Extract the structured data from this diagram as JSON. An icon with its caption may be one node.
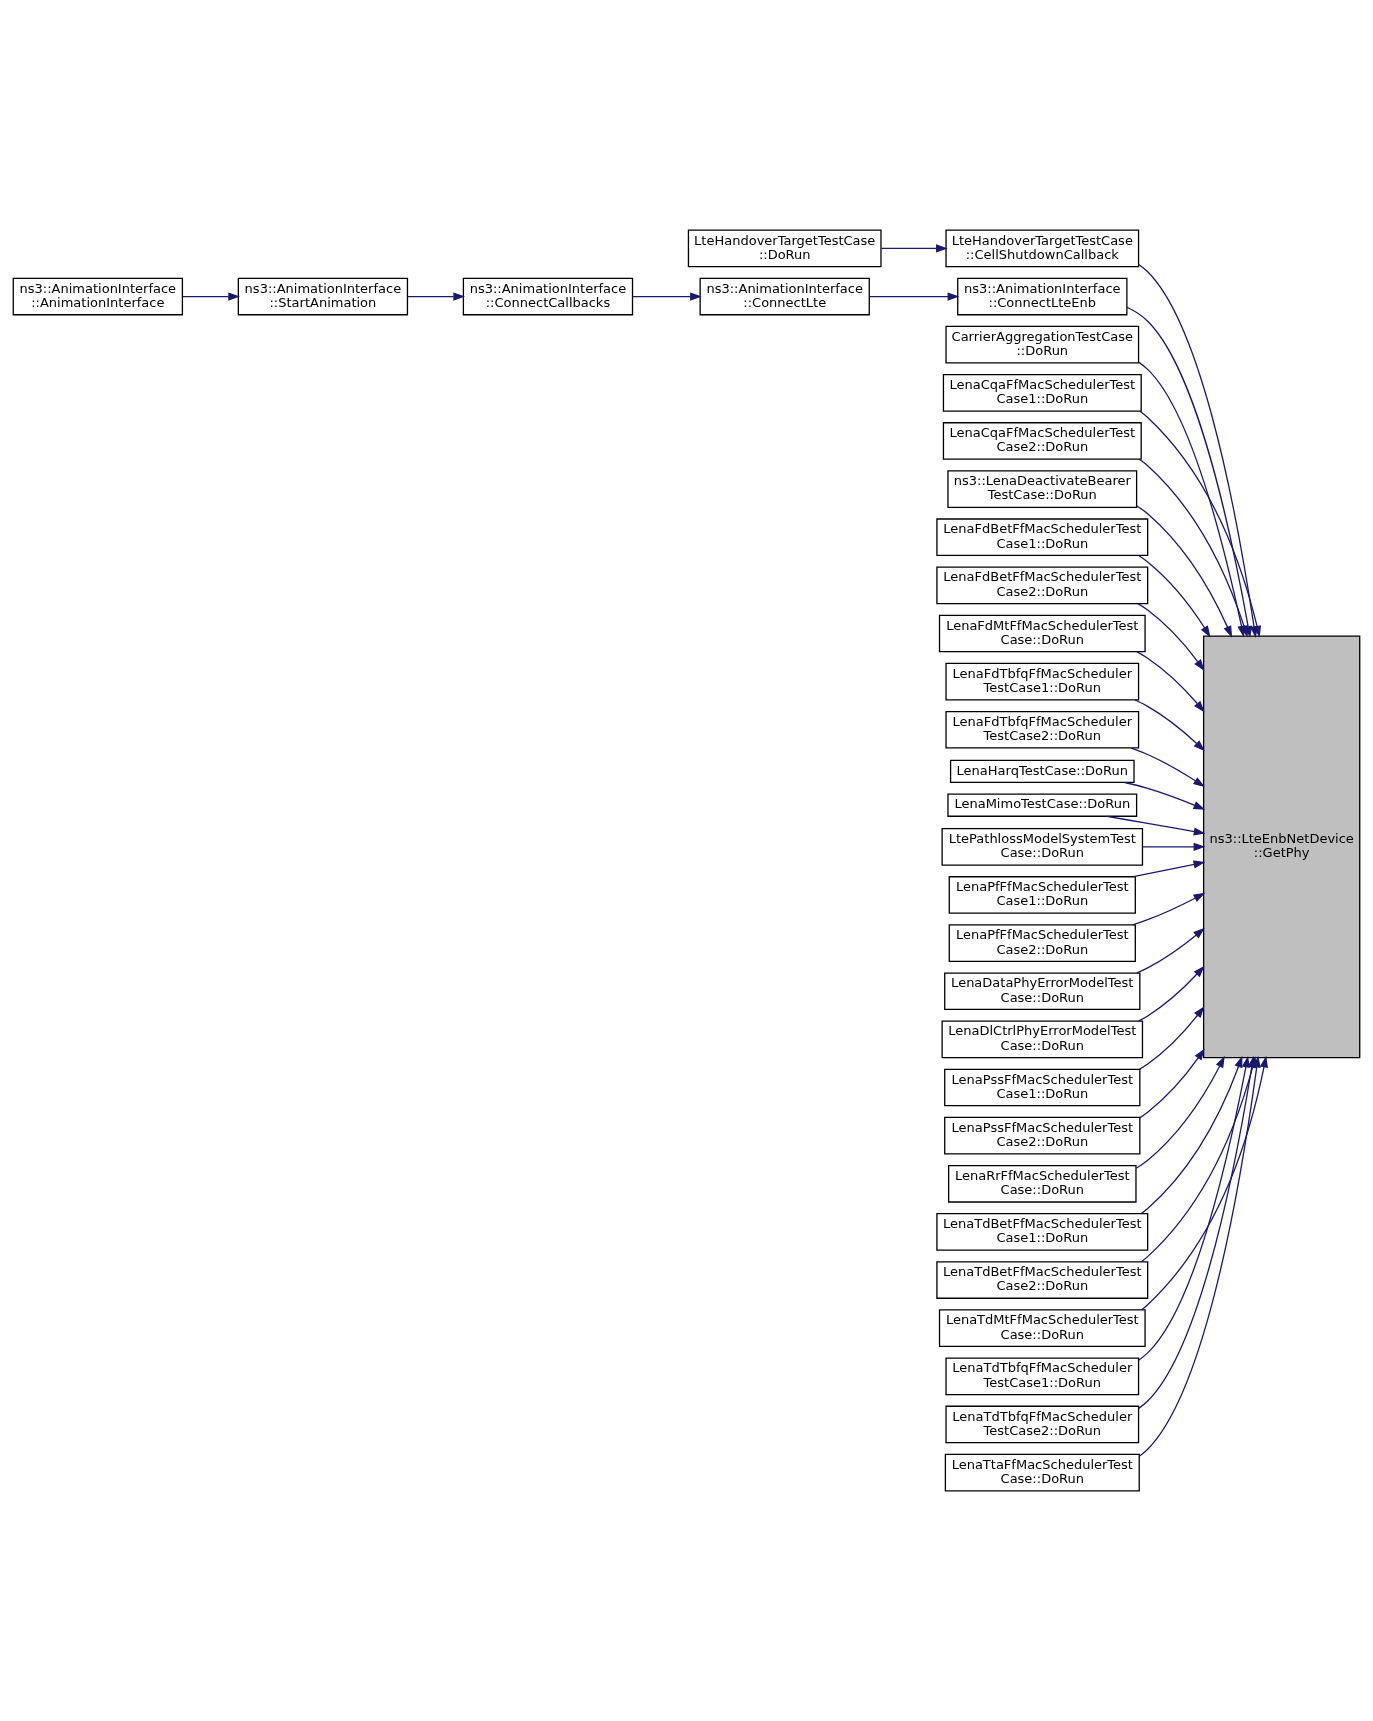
{
  "diagram": {
    "nodes": [
      {
        "text": [
          "LteHandoverTargetTestCase ::DoRun"
        ]
      },
      {
        "text": [
          "LteHandoverTargetTestCase ::CellShutdownCallback"
        ]
      },
      {
        "text": [
          "ns3::AnimationInterface ::AnimationInterface"
        ]
      },
      {
        "text": [
          "ns3::AnimationInterface ::StartAnimation"
        ]
      },
      {
        "text": [
          "ns3::AnimationInterface ::ConnectCallbacks"
        ]
      },
      {
        "text": [
          "ns3::AnimationInterface ::ConnectLte"
        ]
      },
      {
        "text": [
          "ns3::AnimationInterface ::ConnectLteEnb"
        ]
      },
      {
        "text": [
          "CarrierAggregationTestCase ::DoRun"
        ]
      },
      {
        "text": [
          "LenaCqaFfMacSchedulerTest Case1::DoRun"
        ]
      },
      {
        "text": [
          "LenaCqaFfMacSchedulerTest Case2::DoRun"
        ]
      },
      {
        "text": [
          "ns3::LenaDeactivateBearer TestCase::DoRun"
        ]
      },
      {
        "text": [
          "LenaFdBetFfMacSchedulerTest Case1::DoRun"
        ]
      },
      {
        "text": [
          "LenaFdBetFfMacSchedulerTest Case2::DoRun"
        ]
      },
      {
        "text": [
          "LenaFdMtFfMacSchedulerTest Case::DoRun"
        ]
      },
      {
        "text": [
          "LenaFdTbfqFfMacScheduler TestCase1::DoRun"
        ]
      },
      {
        "text": [
          "LenaFdTbfqFfMacScheduler TestCase2::DoRun"
        ]
      },
      {
        "text": [
          "LenaHarqTestCase::DoRun"
        ]
      },
      {
        "text": [
          "LenaMimoTestCase::DoRun"
        ]
      },
      {
        "text": [
          "LtePathlossModelSystemTest Case::DoRun"
        ]
      },
      {
        "text": [
          "ns3::LteEnbNetDevice ::GetPhy"
        ]
      },
      {
        "text": [
          "LenaPfFfMacSchedulerTest Case1::DoRun"
        ]
      },
      {
        "text": [
          "LenaPfFfMacSchedulerTest Case2::DoRun"
        ]
      },
      {
        "text": [
          "LenaDataPhyErrorModelTest Case::DoRun"
        ]
      },
      {
        "text": [
          "LenaDlCtrlPhyErrorModelTest Case::DoRun"
        ]
      },
      {
        "text": [
          "LenaPssFfMacSchedulerTest Case1::DoRun"
        ]
      },
      {
        "text": [
          "LenaPssFfMacSchedulerTest Case2::DoRun"
        ]
      },
      {
        "text": [
          "LenaRrFfMacSchedulerTest Case::DoRun"
        ]
      },
      {
        "text": [
          "LenaTdBetFfMacSchedulerTest Case1::DoRun"
        ]
      },
      {
        "text": [
          "LenaTdBetFfMacSchedulerTest Case2::DoRun"
        ]
      },
      {
        "text": [
          "LenaTdMtFfMacSchedulerTest Case::DoRun"
        ]
      },
      {
        "text": [
          "LenaTdTbfqFfMacScheduler TestCase1::DoRun"
        ]
      },
      {
        "text": [
          "LenaTdTbfqFfMacScheduler TestCase2::DoRun"
        ]
      },
      {
        "text": [
          "LenaTtaFfMacSchedulerTest Case::DoRun"
        ]
      }
    ],
    "edges": [
      {
        "from": 0,
        "to": 1,
        "arrow": "to"
      },
      {
        "from": 1,
        "to": 19,
        "arrow": "to"
      },
      {
        "from": 2,
        "to": 3,
        "arrow": "to"
      },
      {
        "from": 3,
        "to": 4,
        "arrow": "to"
      },
      {
        "from": 4,
        "to": 5,
        "arrow": "to"
      },
      {
        "from": 5,
        "to": 6,
        "arrow": "to"
      },
      {
        "from": 6,
        "to": 19,
        "arrow": "to"
      },
      {
        "from": 7,
        "to": 19,
        "arrow": "to"
      },
      {
        "from": 8,
        "to": 19,
        "arrow": "to"
      },
      {
        "from": 9,
        "to": 19,
        "arrow": "to"
      },
      {
        "from": 10,
        "to": 19,
        "arrow": "to"
      },
      {
        "from": 11,
        "to": 19,
        "arrow": "to"
      },
      {
        "from": 12,
        "to": 19,
        "arrow": "to"
      },
      {
        "from": 13,
        "to": 19,
        "arrow": "to"
      },
      {
        "from": 14,
        "to": 19,
        "arrow": "to"
      },
      {
        "from": 15,
        "to": 19,
        "arrow": "to"
      },
      {
        "from": 16,
        "to": 19,
        "arrow": "to"
      },
      {
        "from": 17,
        "to": 19,
        "arrow": "to"
      },
      {
        "from": 18,
        "to": 19,
        "arrow": "to"
      },
      {
        "from": 20,
        "to": 19,
        "arrow": "to"
      },
      {
        "from": 21,
        "to": 19,
        "arrow": "to"
      },
      {
        "from": 22,
        "to": 19,
        "arrow": "to"
      },
      {
        "from": 23,
        "to": 19,
        "arrow": "to"
      },
      {
        "from": 24,
        "to": 19,
        "arrow": "to"
      },
      {
        "from": 25,
        "to": 19,
        "arrow": "to"
      },
      {
        "from": 26,
        "to": 19,
        "arrow": "to"
      },
      {
        "from": 27,
        "to": 19,
        "arrow": "to"
      },
      {
        "from": 28,
        "to": 19,
        "arrow": "to"
      },
      {
        "from": 29,
        "to": 19,
        "arrow": "to"
      },
      {
        "from": 30,
        "to": 19,
        "arrow": "to"
      },
      {
        "from": 31,
        "to": 19,
        "arrow": "to"
      },
      {
        "from": 32,
        "to": 19,
        "arrow": "to"
      }
    ]
  }
}
